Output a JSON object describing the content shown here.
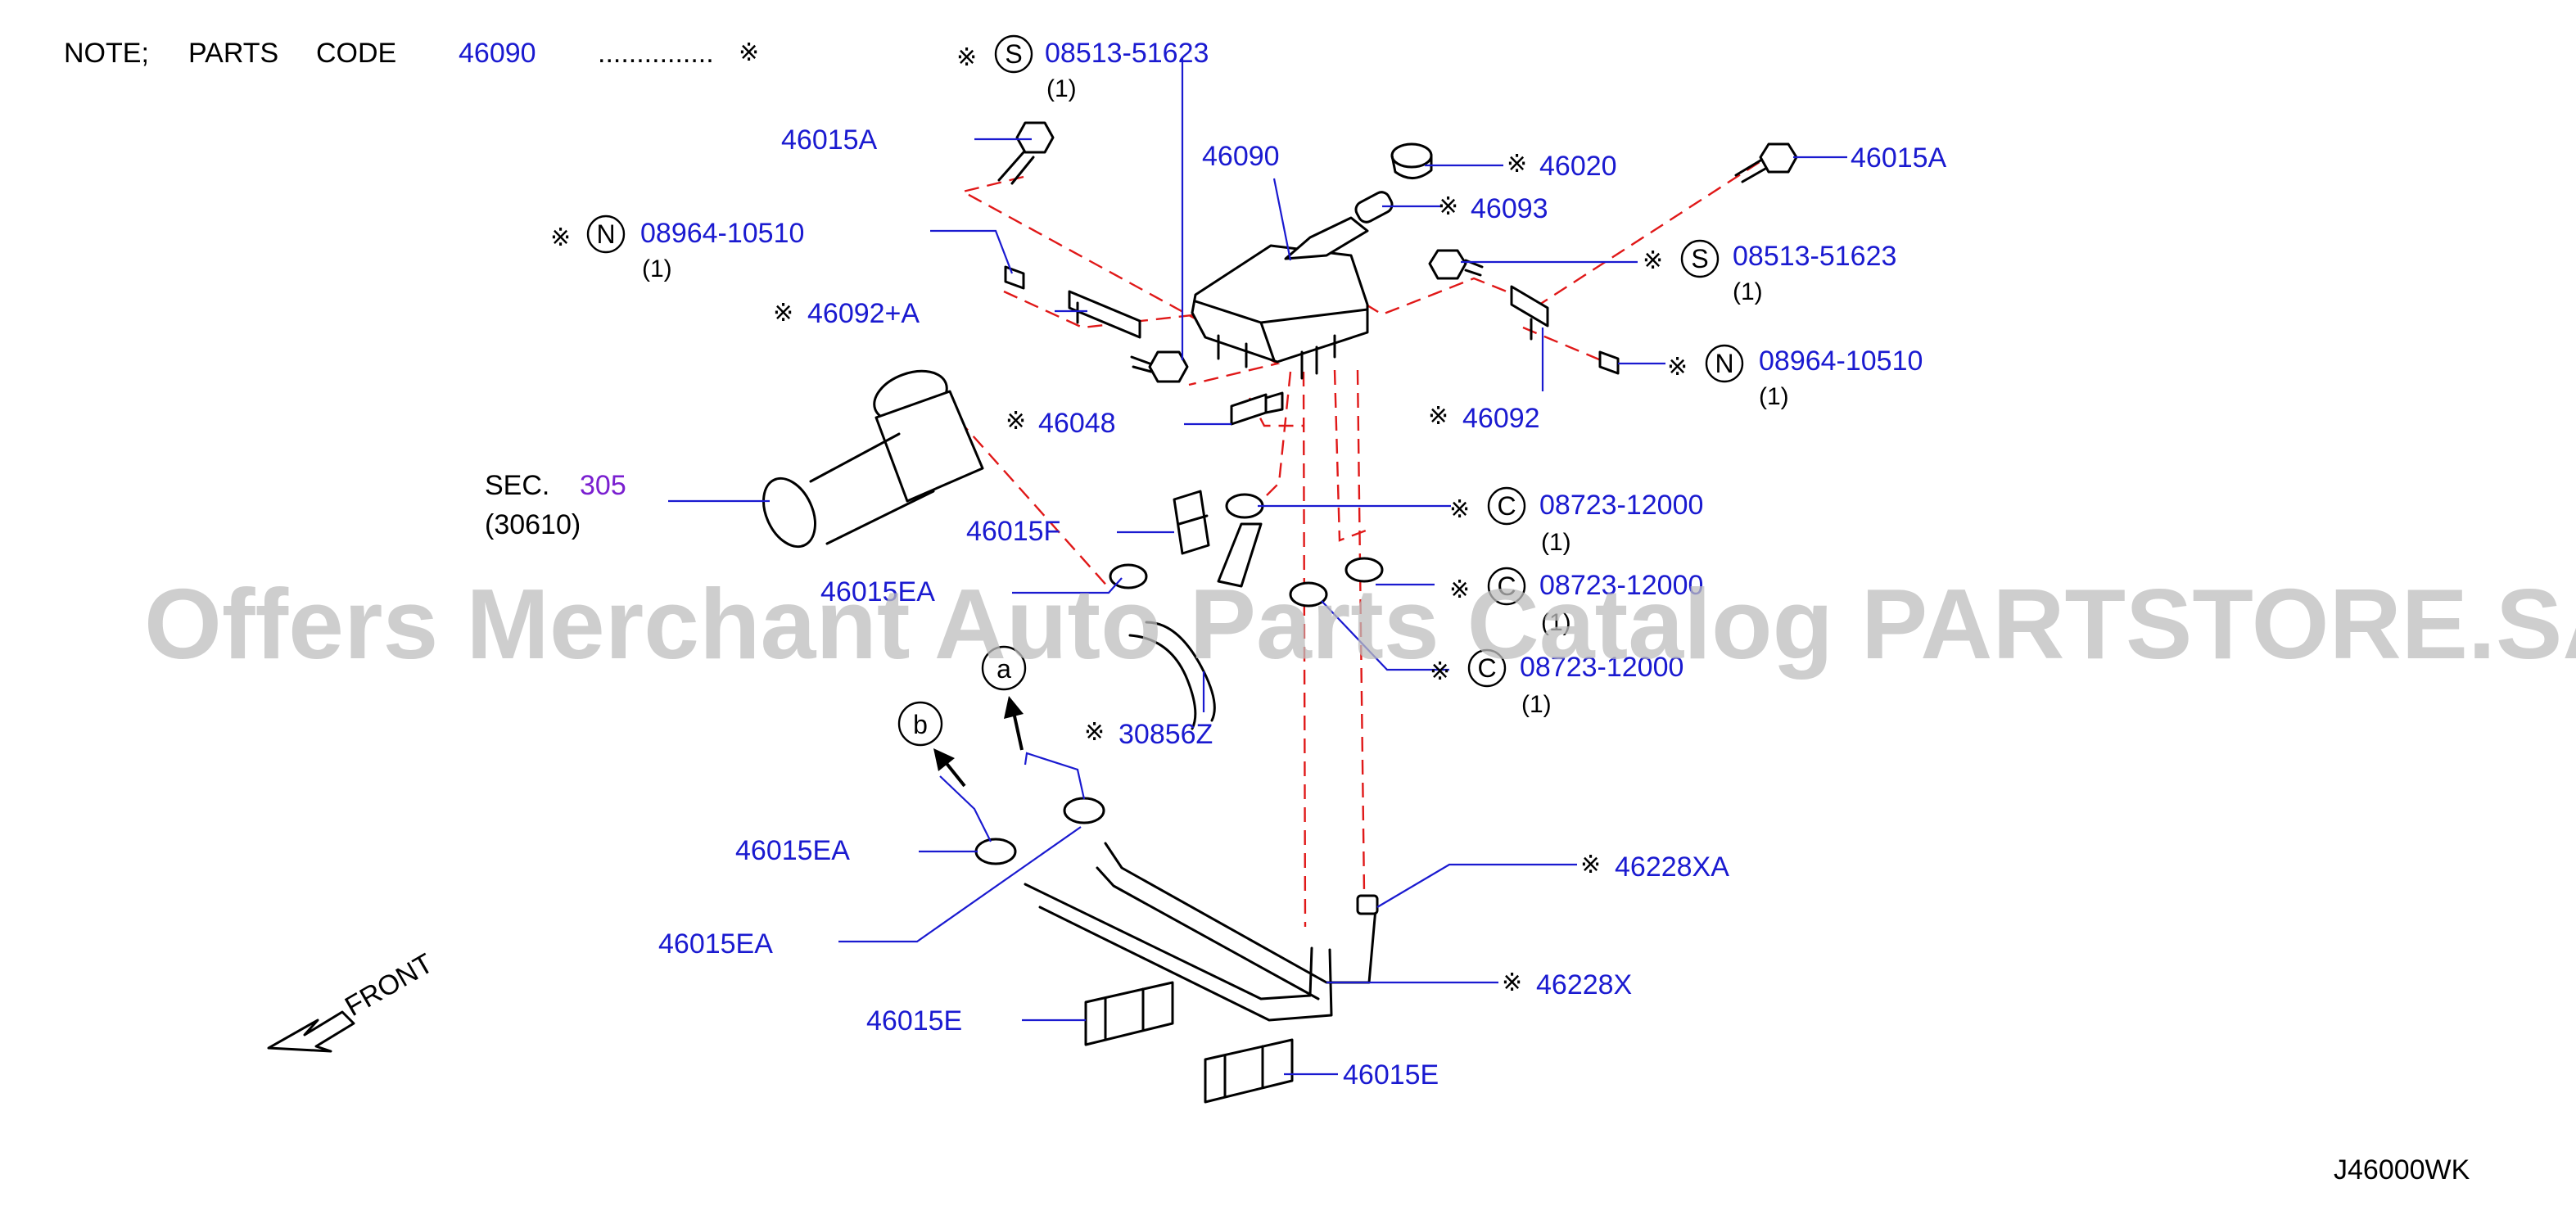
{
  "note": {
    "prefix": "NOTE;",
    "parts": "PARTS",
    "code": "CODE",
    "code_value": "46090",
    "dots": "...............",
    "mark": "※"
  },
  "callouts": {
    "c1": {
      "mark": "※",
      "symbol": "S",
      "text": "08513-51623",
      "qty": "(1)"
    },
    "c2": {
      "text": "46015A"
    },
    "c3": {
      "mark": "※",
      "symbol": "N",
      "text": "08964-10510",
      "qty": "(1)"
    },
    "c4": {
      "mark": "※",
      "text": "46092+A"
    },
    "c5": {
      "text": "46090"
    },
    "c6": {
      "mark": "※",
      "text": "46020"
    },
    "c7": {
      "mark": "※",
      "text": "46093"
    },
    "c8": {
      "text": "46015A"
    },
    "c9": {
      "mark": "※",
      "symbol": "S",
      "text": "08513-51623",
      "qty": "(1)"
    },
    "c10": {
      "mark": "※",
      "symbol": "N",
      "text": "08964-10510",
      "qty": "(1)"
    },
    "c11": {
      "mark": "※",
      "text": "46092"
    },
    "c12": {
      "mark": "※",
      "text": "46048"
    },
    "c13": {
      "prefix": "SEC.",
      "ref": "305",
      "sub": "(30610)"
    },
    "c14": {
      "text": "46015F"
    },
    "c15": {
      "mark": "※",
      "symbol": "C",
      "text": "08723-12000",
      "qty": "(1)"
    },
    "c16": {
      "text": "46015EA"
    },
    "c17": {
      "mark": "※",
      "symbol": "C",
      "text": "08723-12000",
      "qty": "(1)"
    },
    "c18": {
      "mark": "※",
      "symbol": "C",
      "text": "08723-12000",
      "qty": "(1)"
    },
    "c19": {
      "mark": "※",
      "text": "30856Z"
    },
    "c20": {
      "text": "46015EA"
    },
    "c21": {
      "text": "46015EA"
    },
    "c22": {
      "mark": "※",
      "text": "46228XA"
    },
    "c23": {
      "mark": "※",
      "text": "46228X"
    },
    "c24": {
      "text": "46015E"
    },
    "c25": {
      "text": "46015E"
    }
  },
  "markers": {
    "a": "a",
    "b": "b"
  },
  "front_label": "FRONT",
  "watermark": "Offers Merchant Auto Parts Catalog PARTSTORE.SA",
  "diagram_code": "J46000WK",
  "colors": {
    "label": "#1a1ad0",
    "section_ref": "#7a1fd0",
    "dashed_line": "#e01818",
    "watermark": "#bdbdbd"
  }
}
